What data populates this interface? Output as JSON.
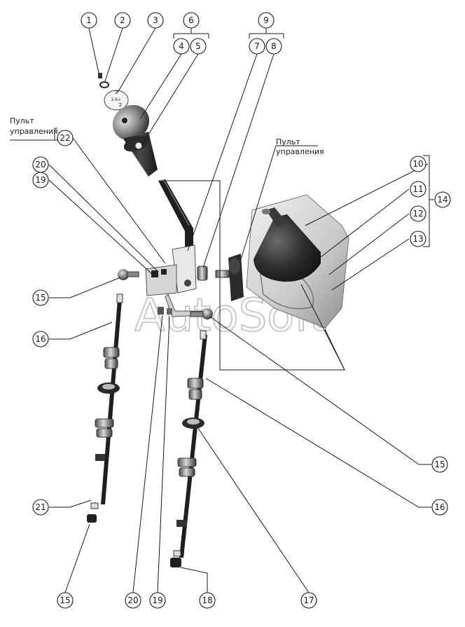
{
  "notes": {
    "remote_left_line1": "Пульт",
    "remote_left_line2": "управления",
    "remote_right_line1": "Пульт",
    "remote_right_line2": "управления"
  },
  "watermark": "AutoSoft",
  "callouts": [
    {
      "id": "c1",
      "label": "1"
    },
    {
      "id": "c2",
      "label": "2"
    },
    {
      "id": "c3",
      "label": "3"
    },
    {
      "id": "c6",
      "label": "6"
    },
    {
      "id": "c4",
      "label": "4"
    },
    {
      "id": "c5",
      "label": "5"
    },
    {
      "id": "c9",
      "label": "9"
    },
    {
      "id": "c7",
      "label": "7"
    },
    {
      "id": "c8",
      "label": "8"
    },
    {
      "id": "c22",
      "label": "22"
    },
    {
      "id": "c20a",
      "label": "20"
    },
    {
      "id": "c19a",
      "label": "19"
    },
    {
      "id": "c10",
      "label": "10"
    },
    {
      "id": "c11",
      "label": "11"
    },
    {
      "id": "c12",
      "label": "12"
    },
    {
      "id": "c13",
      "label": "13"
    },
    {
      "id": "c14",
      "label": "14"
    },
    {
      "id": "c15a",
      "label": "15"
    },
    {
      "id": "c16a",
      "label": "16"
    },
    {
      "id": "c15b",
      "label": "15"
    },
    {
      "id": "c16b",
      "label": "16"
    },
    {
      "id": "c21",
      "label": "21"
    },
    {
      "id": "c15c",
      "label": "15"
    },
    {
      "id": "c20b",
      "label": "20"
    },
    {
      "id": "c19b",
      "label": "19"
    },
    {
      "id": "c18",
      "label": "18"
    },
    {
      "id": "c17",
      "label": "17"
    }
  ],
  "knob_pattern": {
    "top": "3",
    "mid": "1-II-I",
    "bottom": "2"
  }
}
